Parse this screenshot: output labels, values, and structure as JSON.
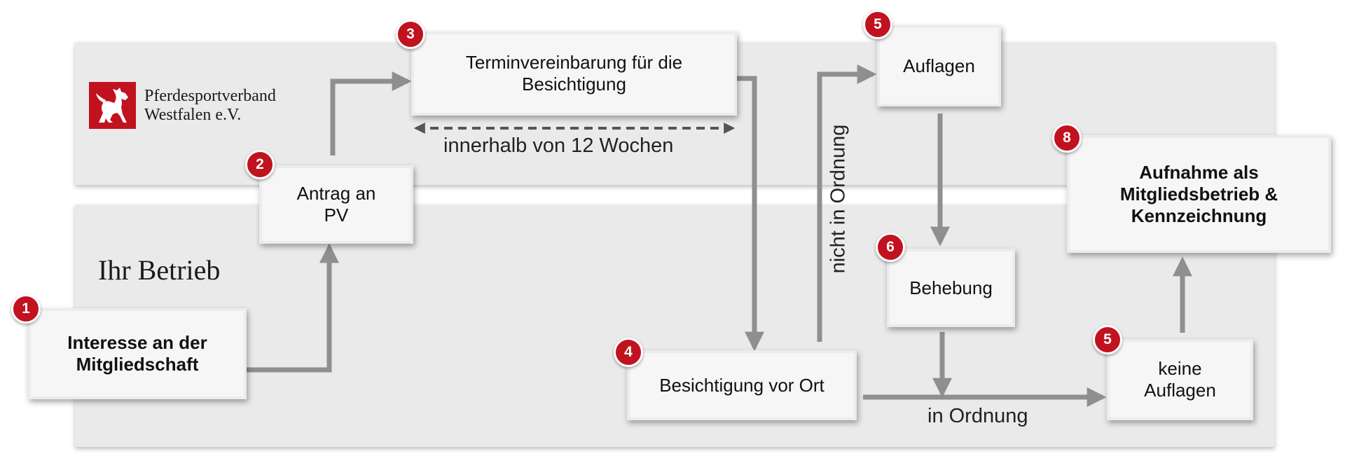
{
  "logo": {
    "line1": "Pferdesportverband",
    "line2": "Westfalen e.V."
  },
  "lanes": {
    "bottom": "Ihr Betrieb"
  },
  "steps": [
    {
      "badge": "1",
      "text": "Interesse an der\nMitgliedschaft",
      "bold": true
    },
    {
      "badge": "2",
      "text": "Antrag an\nPV",
      "bold": false
    },
    {
      "badge": "3",
      "text": "Terminvereinbarung für die\nBesichtigung",
      "bold": false
    },
    {
      "badge": "4",
      "text": "Besichtigung vor Ort",
      "bold": false
    },
    {
      "badge": "5",
      "text": "Auflagen",
      "bold": false
    },
    {
      "badge": "6",
      "text": "Behebung",
      "bold": false
    },
    {
      "badge": "5",
      "text": "keine\nAuflagen",
      "bold": false
    },
    {
      "badge": "8",
      "text": "Aufnahme als\nMitgliedsbetrieb &\nKennzeichnung",
      "bold": true
    }
  ],
  "edge_labels": {
    "weeks": "innerhalb von 12 Wochen",
    "not_in_order": "nicht in Ordnung",
    "in_order": "in Ordnung"
  },
  "colors": {
    "badge": "#c1121f",
    "arrow": "#8f8f8f",
    "lane": "#eaeaea",
    "box": "#f6f6f6",
    "dashed_arrow": "#555555"
  }
}
